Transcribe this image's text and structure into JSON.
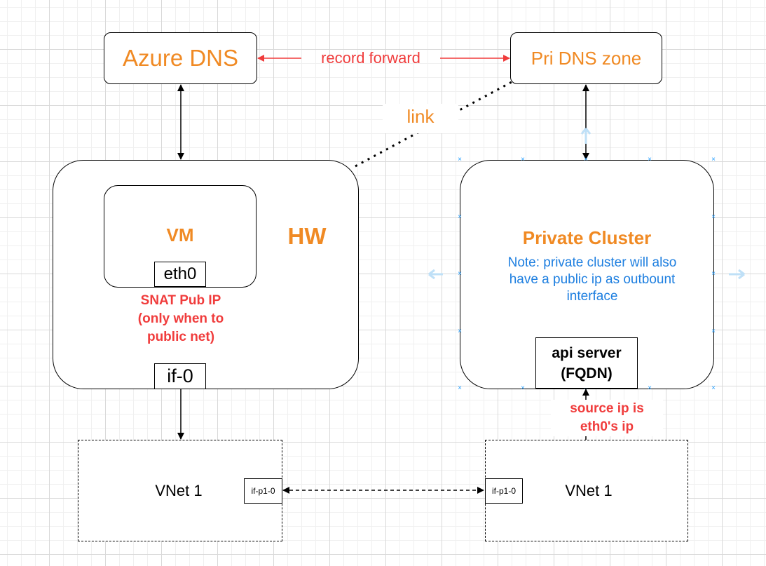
{
  "nodes": {
    "azure_dns": "Azure DNS",
    "pri_dns_zone": "Pri DNS zone",
    "hw": "HW",
    "vm": "VM",
    "eth0": "eth0",
    "if0": "if-0",
    "private_cluster": "Private Cluster",
    "private_cluster_note": "Note: private cluster will also have a public ip as outbount interface",
    "api_server_line1": "api server",
    "api_server_line2": "(FQDN)",
    "vnet_left": "VNet 1",
    "vnet_right": "VNet 1",
    "if_p1_0_left": "if-p1-0",
    "if_p1_0_right": "if-p1-0"
  },
  "edge_labels": {
    "record_forward": "record forward",
    "link": "link",
    "snat_line1": "SNAT Pub IP",
    "snat_line2": "(only when to",
    "snat_line3": "public net)",
    "source_ip_line1": "source ip is",
    "source_ip_line2": "eth0's ip"
  },
  "colors": {
    "orange": "#f08a24",
    "red": "#f03c3c",
    "blue": "#1e7fe0"
  }
}
